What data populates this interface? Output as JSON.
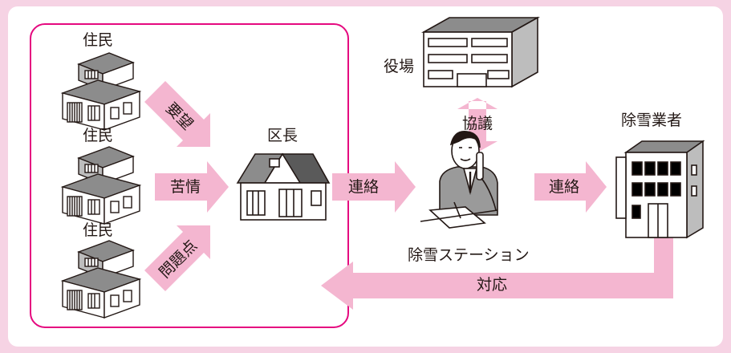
{
  "nodes": {
    "resident_1": "住民",
    "resident_2": "住民",
    "resident_3": "住民",
    "district_head": "区長",
    "town_office": "役場",
    "snow_station": "除雪ステーション",
    "contractor": "除雪業者"
  },
  "arrows": {
    "request": "要望",
    "complaint": "苦情",
    "problem": "問題点",
    "contact_1": "連絡",
    "consult": "協議",
    "contact_2": "連絡",
    "response": "対応"
  },
  "colors": {
    "background": "#f6d3e4",
    "arrow": "#f4b6d0",
    "group_border": "#e5097f",
    "line": "#231815"
  }
}
